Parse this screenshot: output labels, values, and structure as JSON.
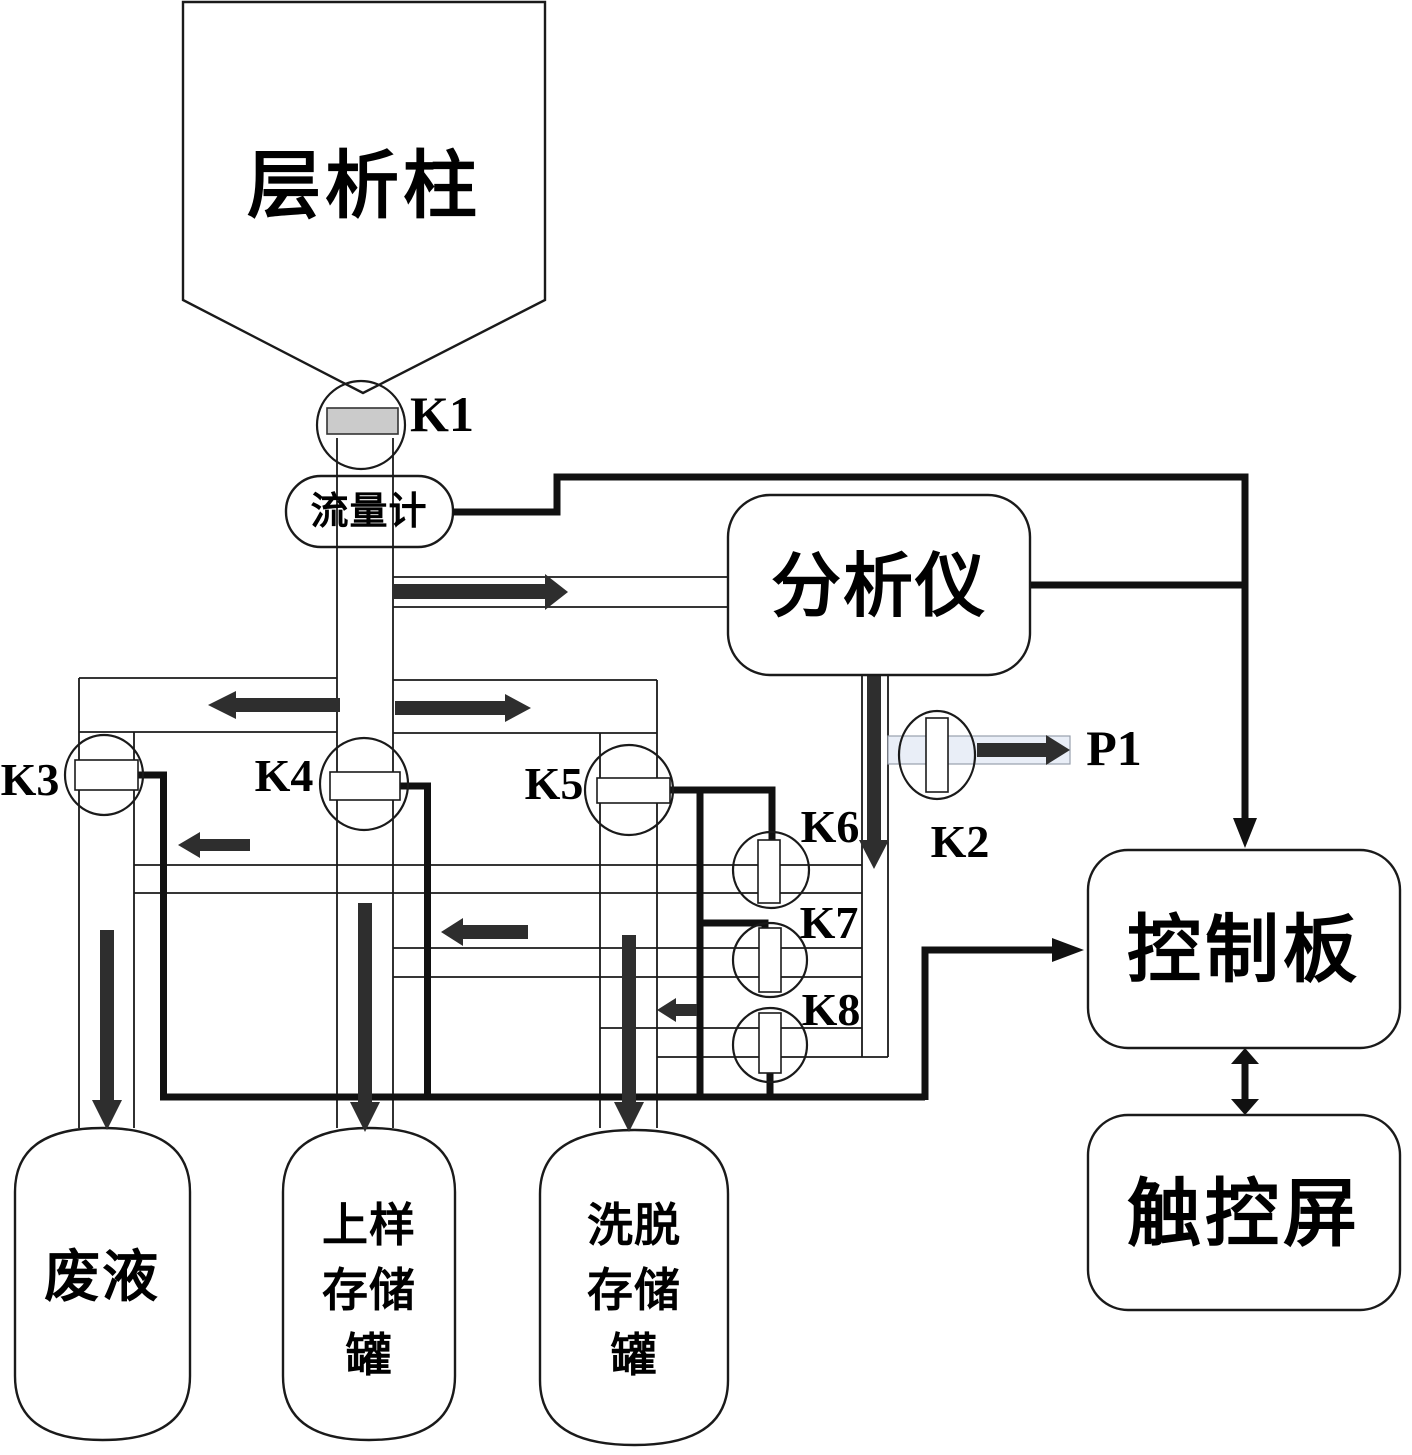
{
  "labels": {
    "column": "层析柱",
    "flow_meter": "流量计",
    "analyzer": "分析仪",
    "control_board": "控制板",
    "touch_screen": "触控屏",
    "pump": "P1"
  },
  "valves": {
    "k1": "K1",
    "k2": "K2",
    "k3": "K3",
    "k4": "K4",
    "k5": "K5",
    "k6": "K6",
    "k7": "K7",
    "k8": "K8"
  },
  "tanks": {
    "waste": {
      "label": "废液"
    },
    "sample": {
      "lines": [
        "上样",
        "存储",
        "罐"
      ]
    },
    "elution": {
      "lines": [
        "洗脱",
        "存储",
        "罐"
      ]
    }
  },
  "colors": {
    "background": "#ffffff",
    "line": "#1a1a1a",
    "thick_line": "#111111",
    "flow_arrow": "#2e2e2e",
    "k1_valve_fill": "#cbcbcb",
    "pump_pipe_fill": "#e9eef7"
  }
}
